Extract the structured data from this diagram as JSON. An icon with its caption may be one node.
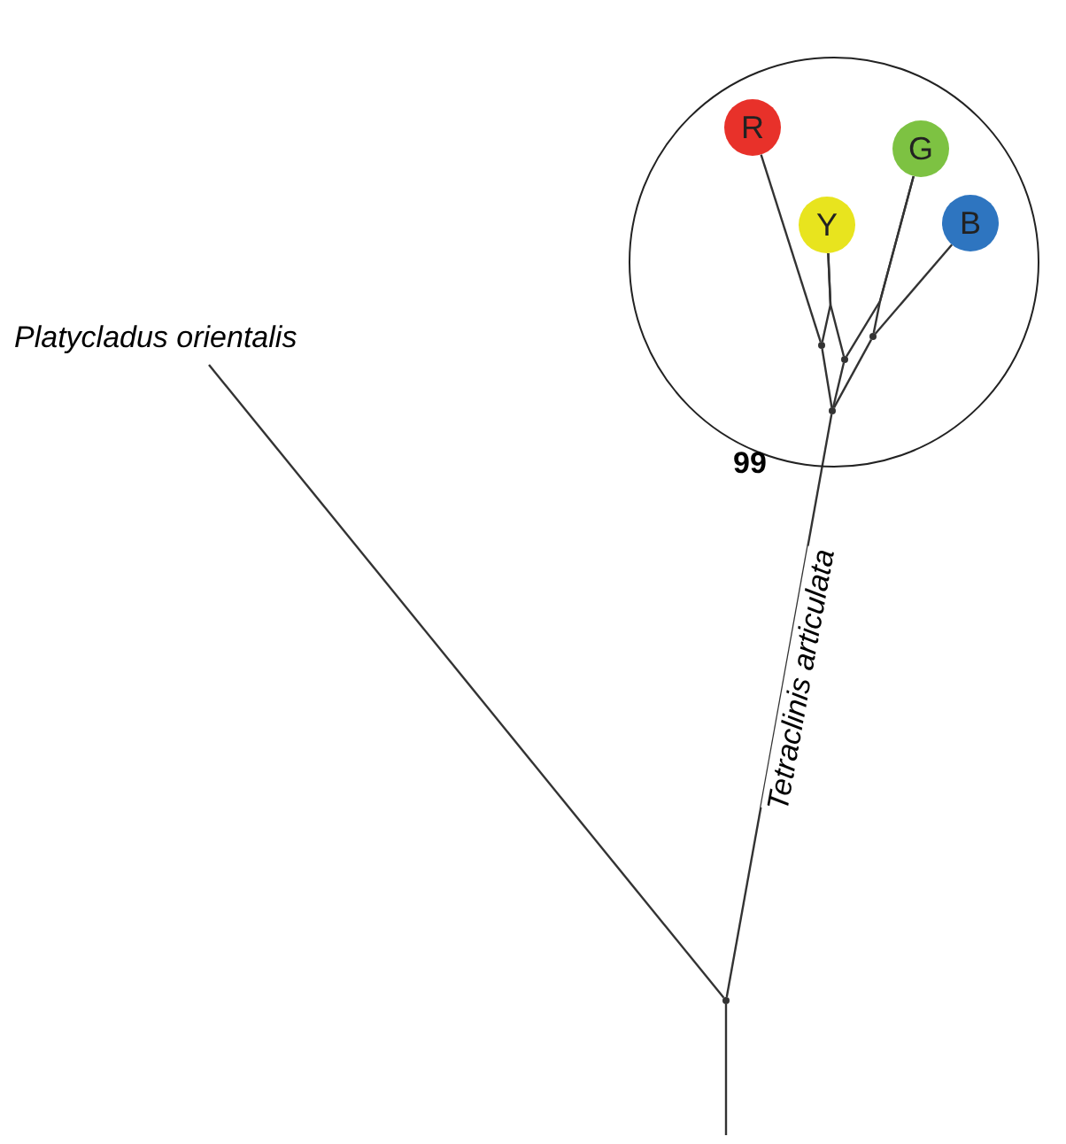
{
  "diagram": {
    "nodes": [
      {
        "text": [],
        "shape": "circle"
      },
      {
        "text": [
          "R"
        ],
        "in": 0
      },
      {
        "text": [
          "Y"
        ],
        "in": 0
      },
      {
        "text": [
          "G"
        ],
        "in": 0
      },
      {
        "text": [
          "B"
        ],
        "in": 0
      },
      {
        "text": [],
        "shape": "point",
        "in": 0
      },
      {
        "text": [],
        "shape": "point",
        "in": 0
      },
      {
        "text": [],
        "shape": "point",
        "in": 0
      },
      {
        "text": [],
        "shape": "point",
        "in": 0,
        "beside": [
          "99"
        ]
      },
      {
        "text": [
          "Platycladus orientalis"
        ]
      },
      {
        "text": [],
        "shape": "point"
      }
    ],
    "edges": [
      {
        "from": null,
        "to": 10,
        "arrow": "none"
      },
      {
        "from": 10,
        "to": 9,
        "arrow": "none"
      },
      {
        "from": 10,
        "to": 8,
        "arrow": "none",
        "label": "Tetraclinis articulata"
      },
      {
        "from": 8,
        "to": 5,
        "arrow": "none"
      },
      {
        "from": 8,
        "to": 6,
        "arrow": "none"
      },
      {
        "from": 8,
        "to": 7,
        "arrow": "none"
      },
      {
        "from": 5,
        "to": 1,
        "arrow": "none"
      },
      {
        "from": 5,
        "to": 2,
        "arrow": "none"
      },
      {
        "from": 6,
        "to": 2,
        "arrow": "none"
      },
      {
        "from": 6,
        "to": 3,
        "arrow": "none"
      },
      {
        "from": 7,
        "to": 3,
        "arrow": "none"
      },
      {
        "from": 7,
        "to": 4,
        "arrow": "none"
      }
    ]
  }
}
